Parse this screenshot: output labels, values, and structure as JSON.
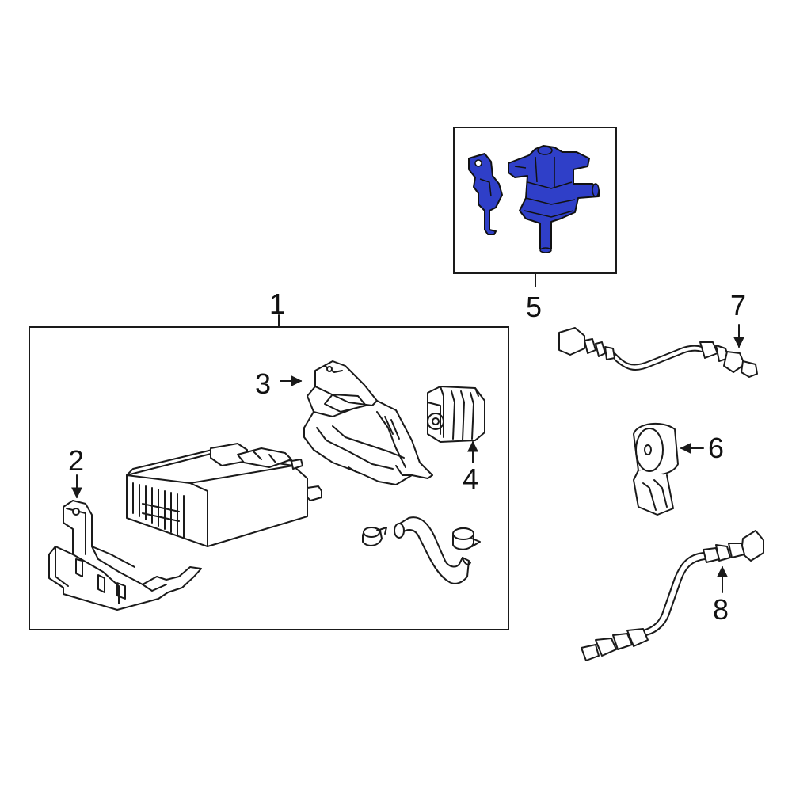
{
  "callouts": {
    "c1": "1",
    "c2": "2",
    "c3": "3",
    "c4": "4",
    "c5": "5",
    "c6": "6",
    "c7": "7",
    "c8": "8"
  },
  "colors": {
    "highlight": "#2f3fc8",
    "line": "#1a1a1a",
    "background": "#ffffff"
  },
  "highlighted_part": "5"
}
